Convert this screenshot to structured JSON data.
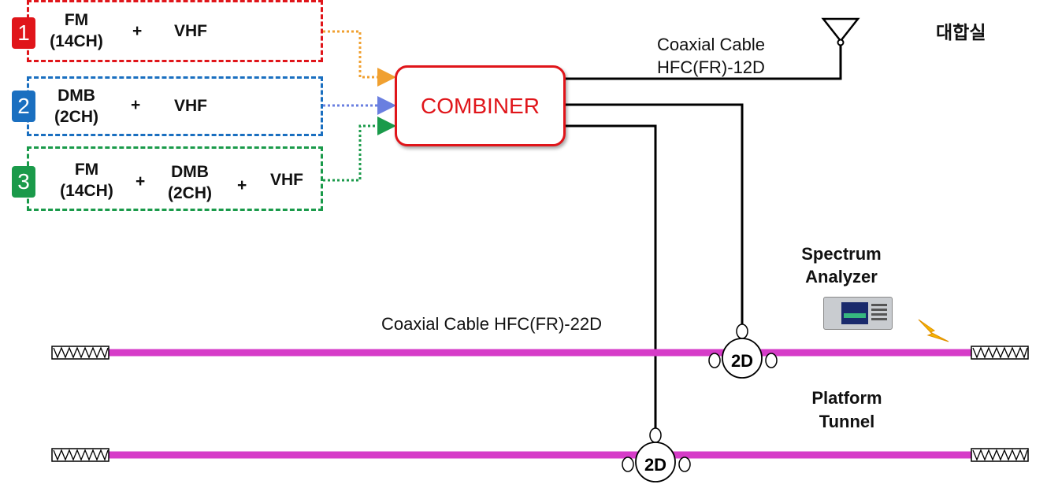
{
  "sources": [
    {
      "number": "1",
      "color": "#e0151a",
      "items": [
        "FM\n(14CH)",
        "+",
        "VHF"
      ]
    },
    {
      "number": "2",
      "color": "#1a6fc0",
      "items": [
        "DMB\n(2CH)",
        "+",
        "VHF"
      ]
    },
    {
      "number": "3",
      "color": "#1a9a4a",
      "items": [
        "FM\n(14CH)",
        "+",
        "DMB\n(2CH)",
        "+",
        "VHF"
      ]
    }
  ],
  "combiner": {
    "label": "COMBINER",
    "color": "#e0151a"
  },
  "room": {
    "label": "대합실"
  },
  "antenna_cable": {
    "line1": "Coaxial Cable",
    "line2": "HFC(FR)-12D"
  },
  "tunnel_cable": {
    "label": "Coaxial Cable HFC(FR)-22D",
    "color": "#d63cc8"
  },
  "spectrum_analyzer": {
    "line1": "Spectrum",
    "line2": "Analyzer"
  },
  "platform": {
    "line1": "Platform",
    "line2": "Tunnel"
  },
  "couplers": [
    {
      "label": "2D"
    },
    {
      "label": "2D"
    }
  ],
  "arrow_colors": {
    "source1": "#f0a030",
    "source2": "#6a7fe0",
    "source3": "#1a9a4a"
  },
  "icons": [
    "antenna-icon",
    "spectrum-analyzer-icon",
    "lightning-icon",
    "cable-terminator-icon"
  ]
}
